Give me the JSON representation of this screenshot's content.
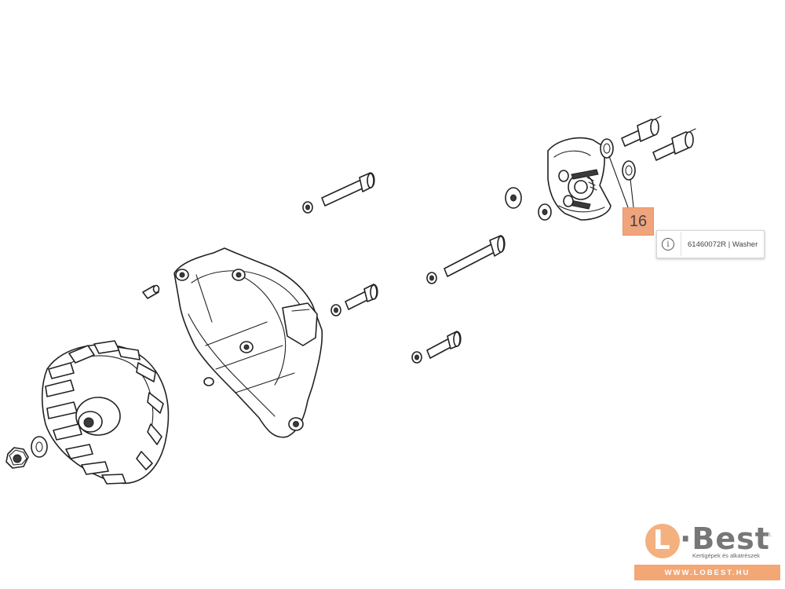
{
  "callout": {
    "number": "16"
  },
  "tooltip": {
    "info_symbol": "i",
    "text": "61460072R | Washer"
  },
  "logo": {
    "mark_letter": "L",
    "brand": "·Best",
    "kft": "kft.",
    "tagline": "Kertigépek és alkatrészek",
    "url": "WWW.LOBEST.HU"
  },
  "colors": {
    "callout": "#f0a47c",
    "logo_accent": "#f3a775",
    "line": "#222222"
  },
  "icons": [
    "info-icon"
  ]
}
